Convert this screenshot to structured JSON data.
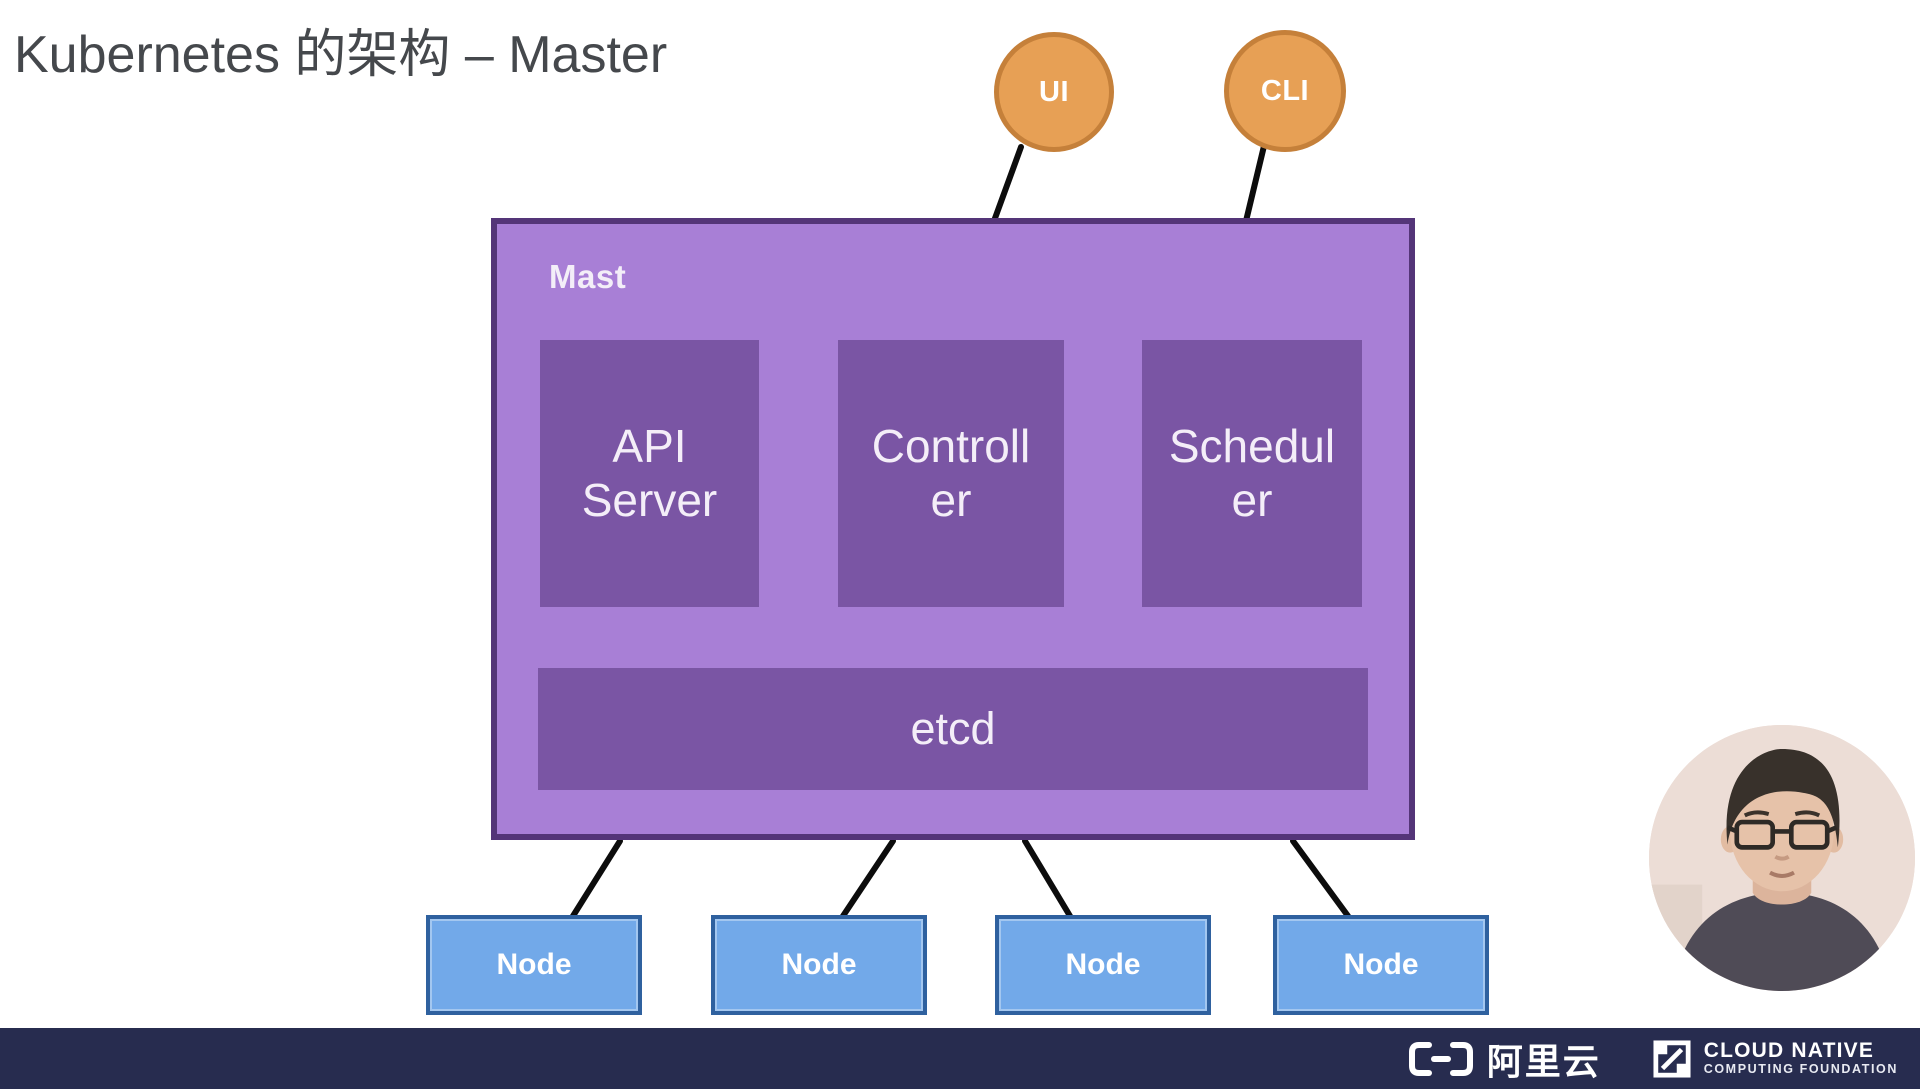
{
  "title": "Kubernetes 的架构 – Master",
  "clients": [
    {
      "label": "UI"
    },
    {
      "label": "CLI"
    }
  ],
  "master": {
    "label": "Mast",
    "components": [
      {
        "label": "API Server",
        "lines": [
          "API",
          "Server"
        ]
      },
      {
        "label": "Controller",
        "lines": [
          "Controll",
          "er"
        ]
      },
      {
        "label": "Scheduler",
        "lines": [
          "Schedul",
          "er"
        ]
      }
    ],
    "datastore": {
      "label": "etcd"
    }
  },
  "nodes": [
    {
      "label": "Node"
    },
    {
      "label": "Node"
    },
    {
      "label": "Node"
    },
    {
      "label": "Node"
    }
  ],
  "footer": {
    "alibaba_text": "阿里云",
    "cncf_line1": "CLOUD NATIVE",
    "cncf_line2": "COMPUTING FOUNDATION"
  },
  "colors": {
    "client-fill": "#e7a055",
    "client-border": "#c5803a",
    "master-fill": "#a87fd6",
    "master-border": "#543578",
    "component-fill": "#7a55a4",
    "node-fill": "#72a9e9",
    "node-border": "#2f619f",
    "footer-bar": "#272c4f",
    "connector": "#0c0c0c",
    "title-text": "#45484c"
  }
}
